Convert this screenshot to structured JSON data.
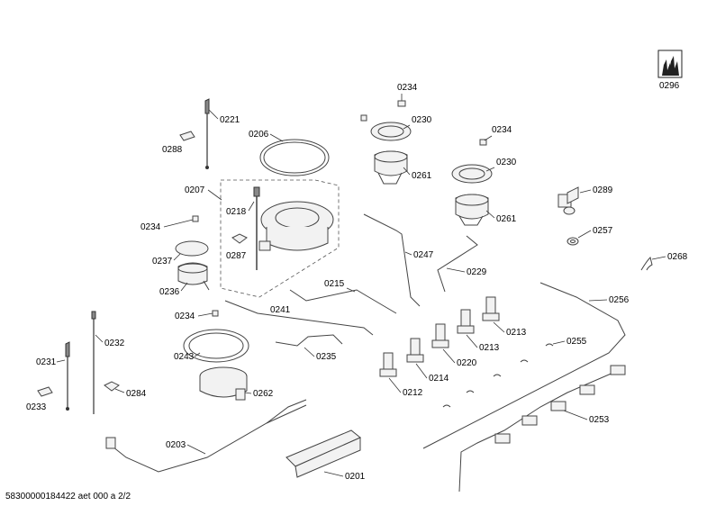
{
  "diagram": {
    "footer_text": "58300000184422 aet 000 a 2/2",
    "labels": {
      "p0296": "0296",
      "p0234a": "0234",
      "p0230a": "0230",
      "p0261a": "0261",
      "p0234b": "0234",
      "p0230b": "0230",
      "p0261b": "0261",
      "p0289": "0289",
      "p0257": "0257",
      "p0268": "0268",
      "p0221": "0221",
      "p0288": "0288",
      "p0206": "0206",
      "p0207": "0207",
      "p0218": "0218",
      "p0234c": "0234",
      "p0287": "0287",
      "p0237": "0237",
      "p0236": "0236",
      "p0247": "0247",
      "p0229": "0229",
      "p0215": "0215",
      "p0256": "0256",
      "p0234d": "0234",
      "p0241": "0241",
      "p0213a": "0213",
      "p0213b": "0213",
      "p0255": "0255",
      "p0232": "0232",
      "p0243": "0243",
      "p0235": "0235",
      "p0231": "0231",
      "p0220": "0220",
      "p0214": "0214",
      "p0212": "0212",
      "p0284": "0284",
      "p0262": "0262",
      "p0233": "0233",
      "p0253": "0253",
      "p0203": "0203",
      "p0201": "0201"
    }
  }
}
